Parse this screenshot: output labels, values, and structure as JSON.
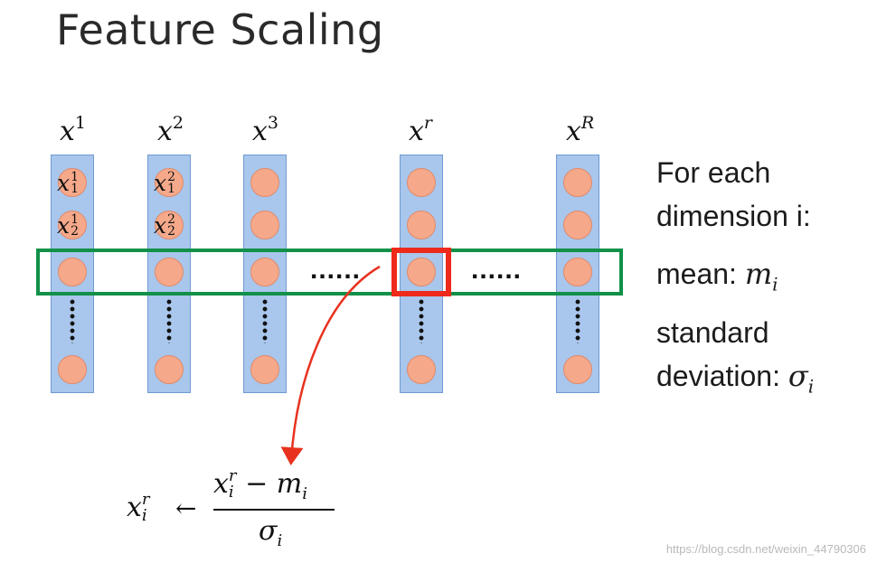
{
  "title": "Feature Scaling",
  "columns": [
    {
      "base": "x",
      "sup": "1",
      "sup_italic": false,
      "node_labels": [
        {
          "base": "x",
          "sub": "1",
          "sup": "1"
        },
        {
          "base": "x",
          "sub": "2",
          "sup": "1"
        }
      ]
    },
    {
      "base": "x",
      "sup": "2",
      "sup_italic": false,
      "node_labels": [
        {
          "base": "x",
          "sub": "1",
          "sup": "2"
        },
        {
          "base": "x",
          "sub": "2",
          "sup": "2"
        }
      ]
    },
    {
      "base": "x",
      "sup": "3",
      "sup_italic": false,
      "node_labels": []
    },
    {
      "base": "x",
      "sup": "r",
      "sup_italic": true,
      "node_labels": []
    },
    {
      "base": "x",
      "sup": "R",
      "sup_italic": true,
      "node_labels": []
    }
  ],
  "ellipsis_left": "......",
  "ellipsis_right": "......",
  "side_text": {
    "line1": "For each",
    "line2": "dimension i:",
    "mean_label": "mean: ",
    "mean_symbol": "m",
    "mean_sub": "i",
    "std_line1": "standard",
    "std_line2": "deviation: ",
    "std_symbol": "σ",
    "std_sub": "i"
  },
  "formula": {
    "lhs_base": "x",
    "lhs_sup": "r",
    "lhs_sub": "i",
    "arrow": "←",
    "num_base": "x",
    "num_sup": "r",
    "num_sub": "i",
    "num_minus": " − m",
    "num_m_sub": "i",
    "den": "σ",
    "den_sub": "i"
  },
  "colors": {
    "column_fill": "#a9c6ec",
    "node_fill": "#f5a98a",
    "row_box": "#119148",
    "highlight_box": "#ee2a1c",
    "arrow": "#e8321f"
  },
  "watermark": "https://blog.csdn.net/weixin_44790306"
}
